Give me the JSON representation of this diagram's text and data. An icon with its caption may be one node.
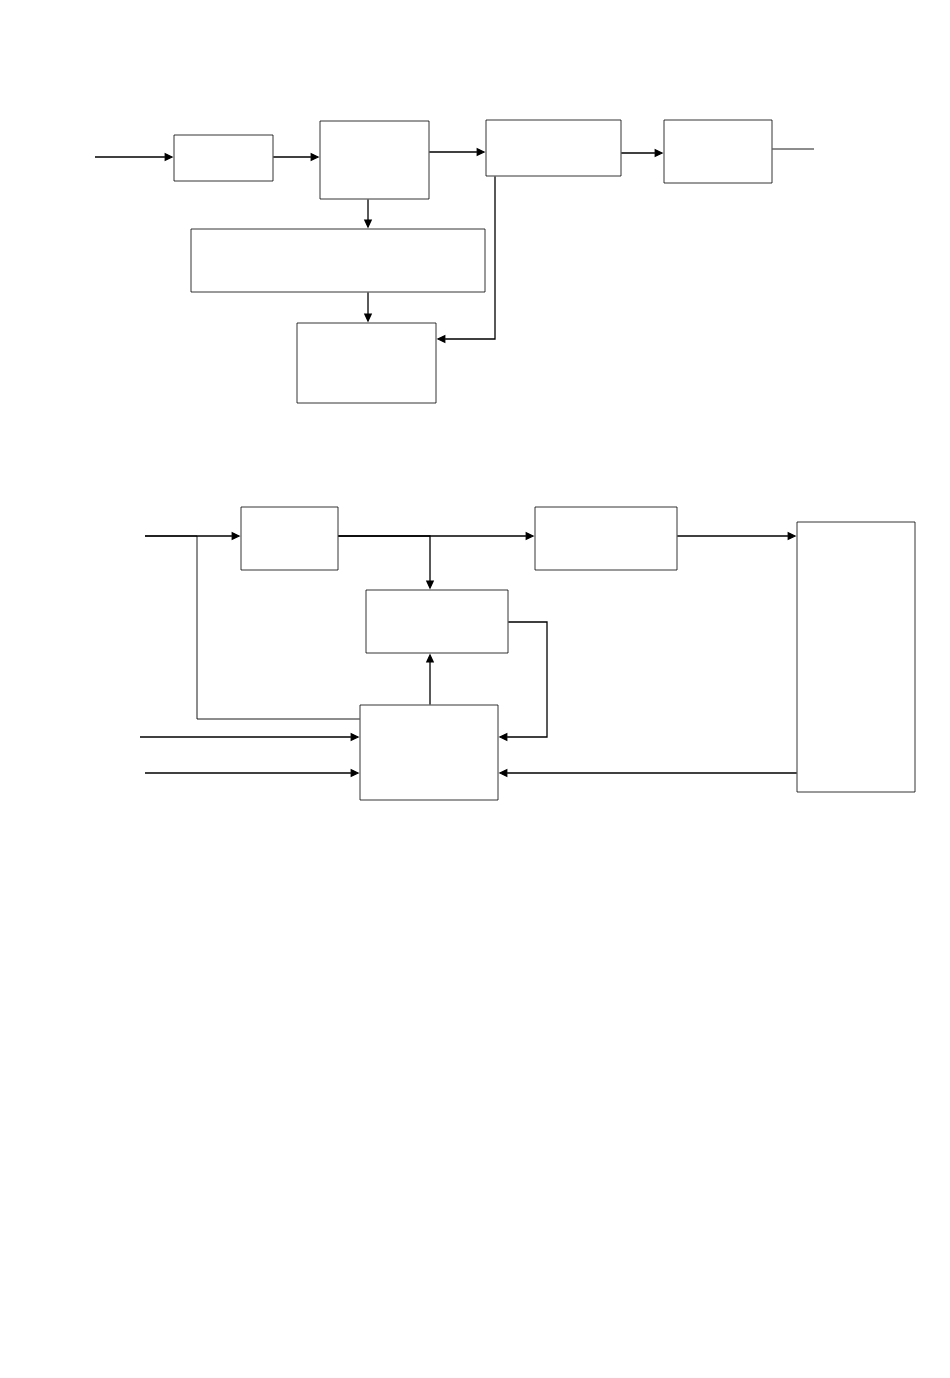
{
  "diagram": {
    "nodes": [
      {
        "text": [],
        "shape": "box"
      },
      {
        "text": [],
        "shape": "box"
      },
      {
        "text": [],
        "shape": "box"
      },
      {
        "text": [],
        "shape": "box"
      },
      {
        "text": [],
        "shape": "box"
      },
      {
        "text": [],
        "shape": "box"
      },
      {
        "text": [],
        "shape": "box"
      },
      {
        "text": [],
        "shape": "box"
      },
      {
        "text": [],
        "shape": "box"
      },
      {
        "text": [],
        "shape": "box"
      },
      {
        "text": [],
        "shape": "box"
      }
    ],
    "edges": [
      {
        "from": null,
        "to": 0,
        "arrow": "to"
      },
      {
        "from": 0,
        "to": 1,
        "arrow": "to"
      },
      {
        "from": 1,
        "to": 2,
        "arrow": "to"
      },
      {
        "from": 2,
        "to": 3,
        "arrow": "to"
      },
      {
        "from": 3,
        "to": null,
        "arrow": "none"
      },
      {
        "from": 1,
        "to": 4,
        "arrow": "to"
      },
      {
        "from": 4,
        "to": 5,
        "arrow": "to"
      },
      {
        "from": 2,
        "to": 5,
        "arrow": "to"
      },
      {
        "from": null,
        "to": 6,
        "arrow": "to"
      },
      {
        "from": null,
        "to": 9,
        "arrow": "none"
      },
      {
        "from": 6,
        "to": 7,
        "arrow": "to"
      },
      {
        "from": 6,
        "to": 8,
        "arrow": "to"
      },
      {
        "from": 7,
        "to": 10,
        "arrow": "to"
      },
      {
        "from": 9,
        "to": 8,
        "arrow": "to"
      },
      {
        "from": 8,
        "to": 9,
        "arrow": "to"
      },
      {
        "from": null,
        "to": 9,
        "arrow": "to"
      },
      {
        "from": null,
        "to": 9,
        "arrow": "to"
      },
      {
        "from": 10,
        "to": 9,
        "arrow": "to"
      }
    ]
  }
}
